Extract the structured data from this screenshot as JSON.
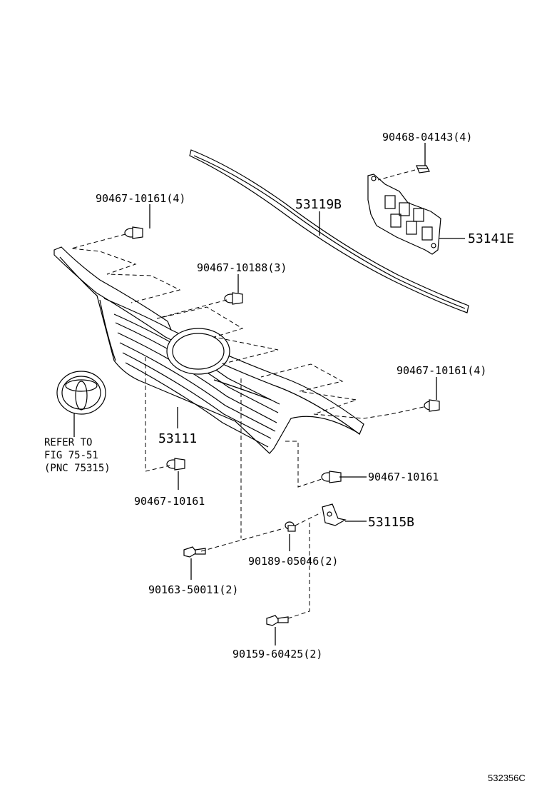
{
  "labels": {
    "clip_top_right": "90468-04143(4)",
    "molding": "53119B",
    "bracket_plate": "53141E",
    "clip_upper_left": "90467-10161(4)",
    "clip_upper_mid": "90467-10188(3)",
    "clip_right": "90467-10161(4)",
    "grille": "53111",
    "refer_line1": "REFER TO",
    "refer_line2": "FIG 75-51",
    "refer_line3": "(PNC 75315)",
    "clip_lower_left": "90467-10161",
    "clip_lower_right": "90467-10161",
    "bracket_small": "53115B",
    "bolt_mid": "90189-05046(2)",
    "bolt_left": "90163-50011(2)",
    "screw_bottom": "90159-60425(2)",
    "figure_code": "532356C"
  }
}
